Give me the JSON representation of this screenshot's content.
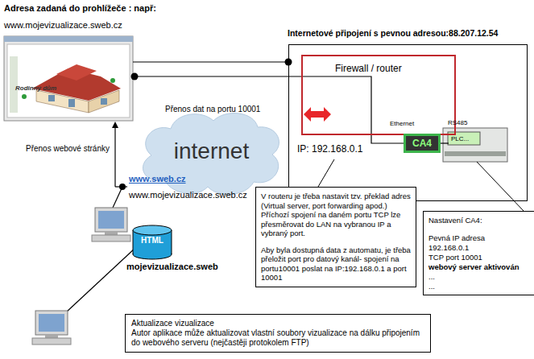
{
  "diagram": {
    "nodes": [
      {
        "text": [
          "Internetové připojení s pevnou adresou:88.207.12.54",
          "IP: 192.168.0.1"
        ]
      },
      {
        "text": [
          "Firewall / router"
        ],
        "in": 0
      },
      {
        "text": [
          "CA4"
        ],
        "in": 0
      },
      {
        "text": [
          "PLC..."
        ],
        "in": 0
      },
      {
        "text": [
          "internet"
        ]
      },
      {
        "text": [
          "Rodinný dům"
        ]
      },
      {
        "text": [
          "HTML",
          "mojevizualizace.sweb"
        ]
      },
      {
        "text": [
          "V routeru je třeba nastavit tzv. překlad adres (Virtual server, port forwarding apod.) Příchozí spojení na daném portu TCP lze přesměrovat do LAN na vybranou IP a vybraný port.",
          "Aby byla dostupná data z automatu, je třeba přeložit port pro datový kanál- spojení na portu10001 poslat na IP:192.168.0.1 a port 10001"
        ]
      },
      {
        "text": [
          "Nastavení CA4:",
          "Pevná IP adresa",
          "192.168.0.1",
          "TCP port 10001",
          "webový server aktivován",
          "...",
          "..."
        ]
      },
      {
        "text": [
          "Aktualizace vizualizace",
          "Autor aplikace může aktualizovat vlastní soubory vizualizace na dálku připojením do webového serveru (nejčastěji protokolem FTP)"
        ]
      }
    ],
    "edges": [
      {
        "from": 5,
        "to": 0,
        "arrow": "none"
      },
      {
        "from": 5,
        "to": 2,
        "label": "Přenos dat na portu 10001",
        "arrow": "none"
      },
      {
        "from": 2,
        "to": 3,
        "arrow": "none"
      }
    ],
    "labels": [
      "Adresa zadaná do prohlížeče : např:",
      "www.mojevizualizace.sweb.cz",
      "Ethernet",
      "RS485",
      "Přenos webové stránky",
      "www.sweb.cz",
      "www.mojevizualizace.sweb.cz"
    ]
  }
}
